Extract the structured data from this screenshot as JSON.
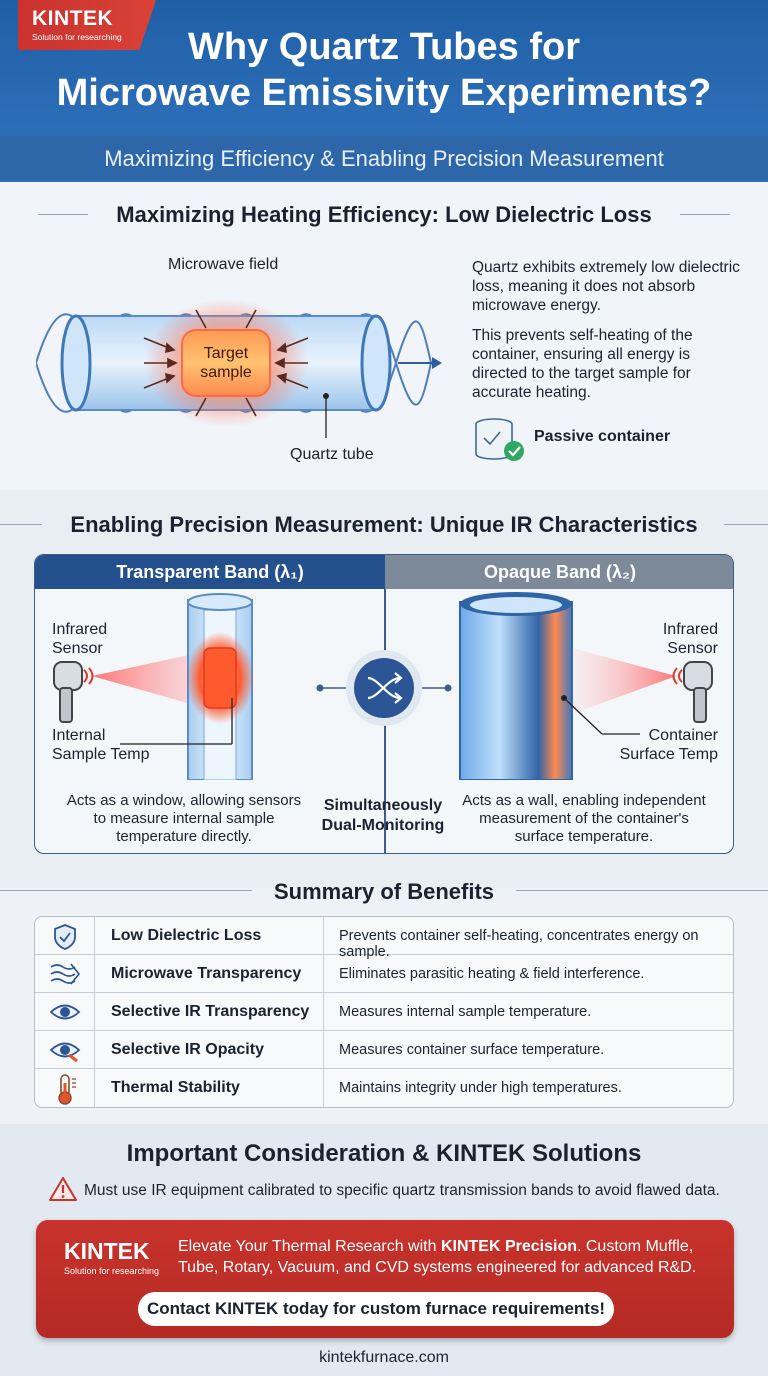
{
  "brand": {
    "name": "KINTEK",
    "tagline": "Solution for researching"
  },
  "header": {
    "title_line1": "Why Quartz Tubes for",
    "title_line2": "Microwave Emissivity Experiments?",
    "subtitle": "Maximizing Efficiency & Enabling Precision Measurement"
  },
  "section1": {
    "heading": "Maximizing Heating Efficiency: Low Dielectric Loss",
    "microwave_label": "Microwave field",
    "target_line1": "Target",
    "target_line2": "sample",
    "tube_label": "Quartz tube",
    "para1": "Quartz exhibits extremely low dielectric loss, meaning it does not absorb microwave energy.",
    "para2": "This prevents self-heating of the container, ensuring all energy is directed to the target sample for accurate heating.",
    "passive_label": "Passive container"
  },
  "section2": {
    "heading": "Enabling Precision Measurement: Unique IR Characteristics",
    "transparent_band": "Transparent Band (λ₁)",
    "opaque_band": "Opaque Band (λ₂)",
    "sensor_left_line1": "Infrared",
    "sensor_left_line2": "Sensor",
    "sensor_right_line1": "Infrared",
    "sensor_right_line2": "Sensor",
    "internal_line1": "Internal",
    "internal_line2": "Sample Temp",
    "surface_line1": "Container",
    "surface_line2": "Surface Temp",
    "caption_left_1": "Acts as a window, allowing sensors",
    "caption_left_2": "to measure internal sample",
    "caption_left_3": "temperature directly.",
    "caption_right_1": "Acts as a wall, enabling independent",
    "caption_right_2": "measurement of the container's",
    "caption_right_3": "surface temperature.",
    "dual_line1": "Simultaneously",
    "dual_line2": "Dual-Monitoring"
  },
  "section3": {
    "heading": "Summary of Benefits",
    "rows": [
      {
        "icon": "shield-icon",
        "name": "Low Dielectric Loss",
        "desc": "Prevents container self-heating, concentrates energy on sample."
      },
      {
        "icon": "wave-icon",
        "name": "Microwave Transparency",
        "desc": "Eliminates parasitic heating & field interference."
      },
      {
        "icon": "eye-icon",
        "name": "Selective IR Transparency",
        "desc": "Measures internal sample temperature."
      },
      {
        "icon": "eye-blocked-icon",
        "name": "Selective IR Opacity",
        "desc": "Measures container surface temperature."
      },
      {
        "icon": "thermometer-icon",
        "name": "Thermal Stability",
        "desc": "Maintains integrity under high temperatures."
      }
    ]
  },
  "section4": {
    "heading": "Important Consideration & KINTEK Solutions",
    "warning": "Must use IR equipment calibrated to specific quartz transmission bands to avoid flawed data.",
    "cta_pre": "Elevate Your Thermal Research with ",
    "cta_bold": "KINTEK Precision",
    "cta_post": ". Custom Muffle, Tube, Rotary, Vacuum, and CVD systems engineered for advanced R&D.",
    "cta_button": "Contact KINTEK today for custom furnace requirements!"
  },
  "footer": {
    "url": "kintekfurnace.com"
  },
  "colors": {
    "header_blue": "#1f5fa6",
    "brand_red": "#c9322e",
    "band_blue": "#25508e",
    "band_gray": "#7d8a9a"
  }
}
